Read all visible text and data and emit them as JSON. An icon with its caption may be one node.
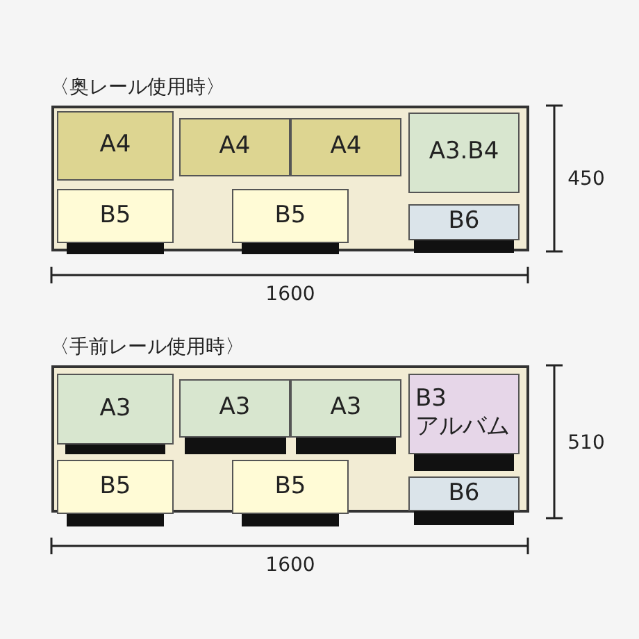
{
  "diagram": {
    "nodes": [
      {
        "text": [
          "〈奥レール使用時〉"
        ]
      },
      {
        "text": [
          "A4"
        ],
        "in": 0
      },
      {
        "text": [
          "A4"
        ],
        "in": 0
      },
      {
        "text": [
          "A4"
        ],
        "in": 0
      },
      {
        "text": [
          "A3.B4"
        ],
        "in": 0
      },
      {
        "text": [
          "B5"
        ],
        "in": 0
      },
      {
        "text": [
          "B5"
        ],
        "in": 0
      },
      {
        "text": [
          "B6"
        ],
        "in": 0
      },
      {
        "text": [
          "〈手前レール使用時〉"
        ]
      },
      {
        "text": [
          "A3"
        ],
        "in": 8
      },
      {
        "text": [
          "A3"
        ],
        "in": 8
      },
      {
        "text": [
          "A3"
        ],
        "in": 8
      },
      {
        "text": [
          "B3",
          "アルバム"
        ],
        "in": 8
      },
      {
        "text": [
          "B5"
        ],
        "in": 8
      },
      {
        "text": [
          "B5"
        ],
        "in": 8
      },
      {
        "text": [
          "B6"
        ],
        "in": 8
      }
    ],
    "labels": [
      "450",
      "1600",
      "510",
      "1600"
    ]
  }
}
